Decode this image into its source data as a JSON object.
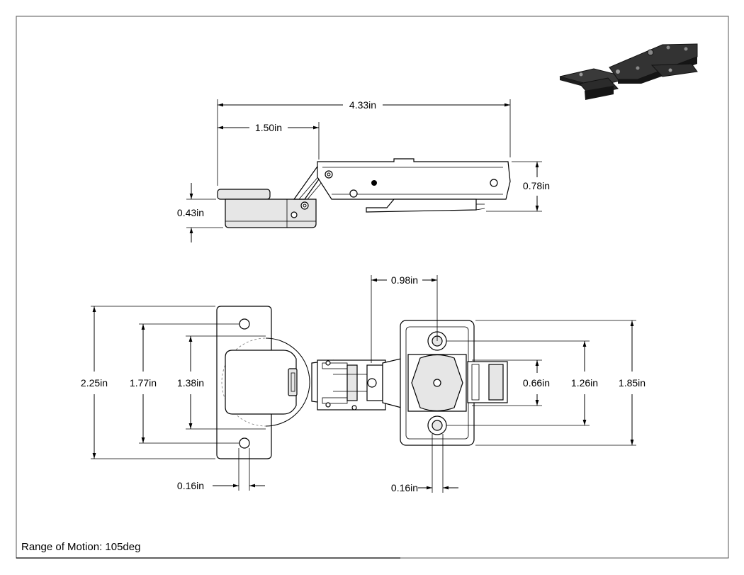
{
  "dimensions": {
    "overall_length": "4.33in",
    "cup_offset": "1.50in",
    "arm_height": "0.78in",
    "cup_depth": "0.43in",
    "mount_hole_spacing": "0.98in",
    "cup_plate_height": "2.25in",
    "cup_hole_spacing": "1.77in",
    "cup_diameter": "1.38in",
    "center_slot": "0.66in",
    "base_hole_spacing": "1.26in",
    "base_plate_height": "1.85in",
    "cup_hole_offset": "0.16in",
    "base_hole_offset": "0.16in"
  },
  "notes": {
    "range_of_motion": "Range of Motion: 105deg"
  },
  "icons": {
    "iso_preview": "hinge-isometric-icon"
  }
}
